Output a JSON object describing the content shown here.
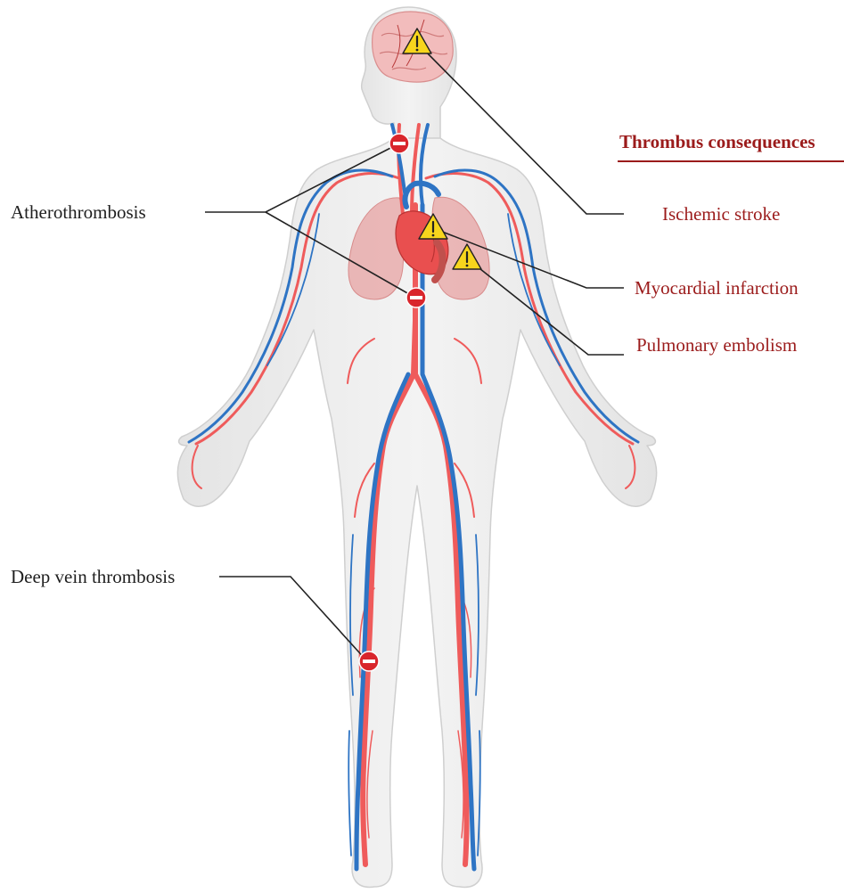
{
  "heading": "Thrombus consequences",
  "left_labels": {
    "atherothrombosis": "Atherothrombosis",
    "dvt": "Deep vein thrombosis"
  },
  "consequences": {
    "stroke": "Ischemic stroke",
    "mi": "Myocardial infarction",
    "pe": "Pulmonary embolism"
  },
  "colors": {
    "accent": "#9b1b1b",
    "text": "#1f1f1f",
    "artery": "#ef5b5b",
    "vein": "#2e74c4",
    "warning_fill": "#f7d51d",
    "block_fill": "#d9262c",
    "body_fill": "#ededed",
    "lung_fill": "#e7a3a3"
  },
  "icons": {
    "warning": "warning-triangle-icon",
    "block": "no-entry-icon"
  }
}
